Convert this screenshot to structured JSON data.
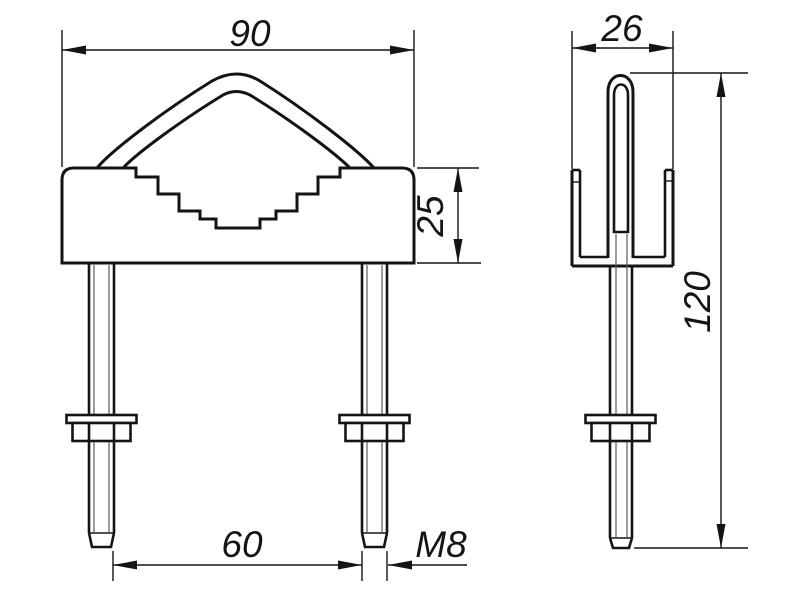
{
  "drawing": {
    "colors": {
      "line": "#141414",
      "background": "#ffffff"
    },
    "front_view": {
      "dim_width": "90",
      "dim_jaw_height": "25",
      "dim_bolt_spacing": "60",
      "thread_label": "M8"
    },
    "side_view": {
      "dim_depth": "26",
      "dim_height": "120"
    }
  }
}
